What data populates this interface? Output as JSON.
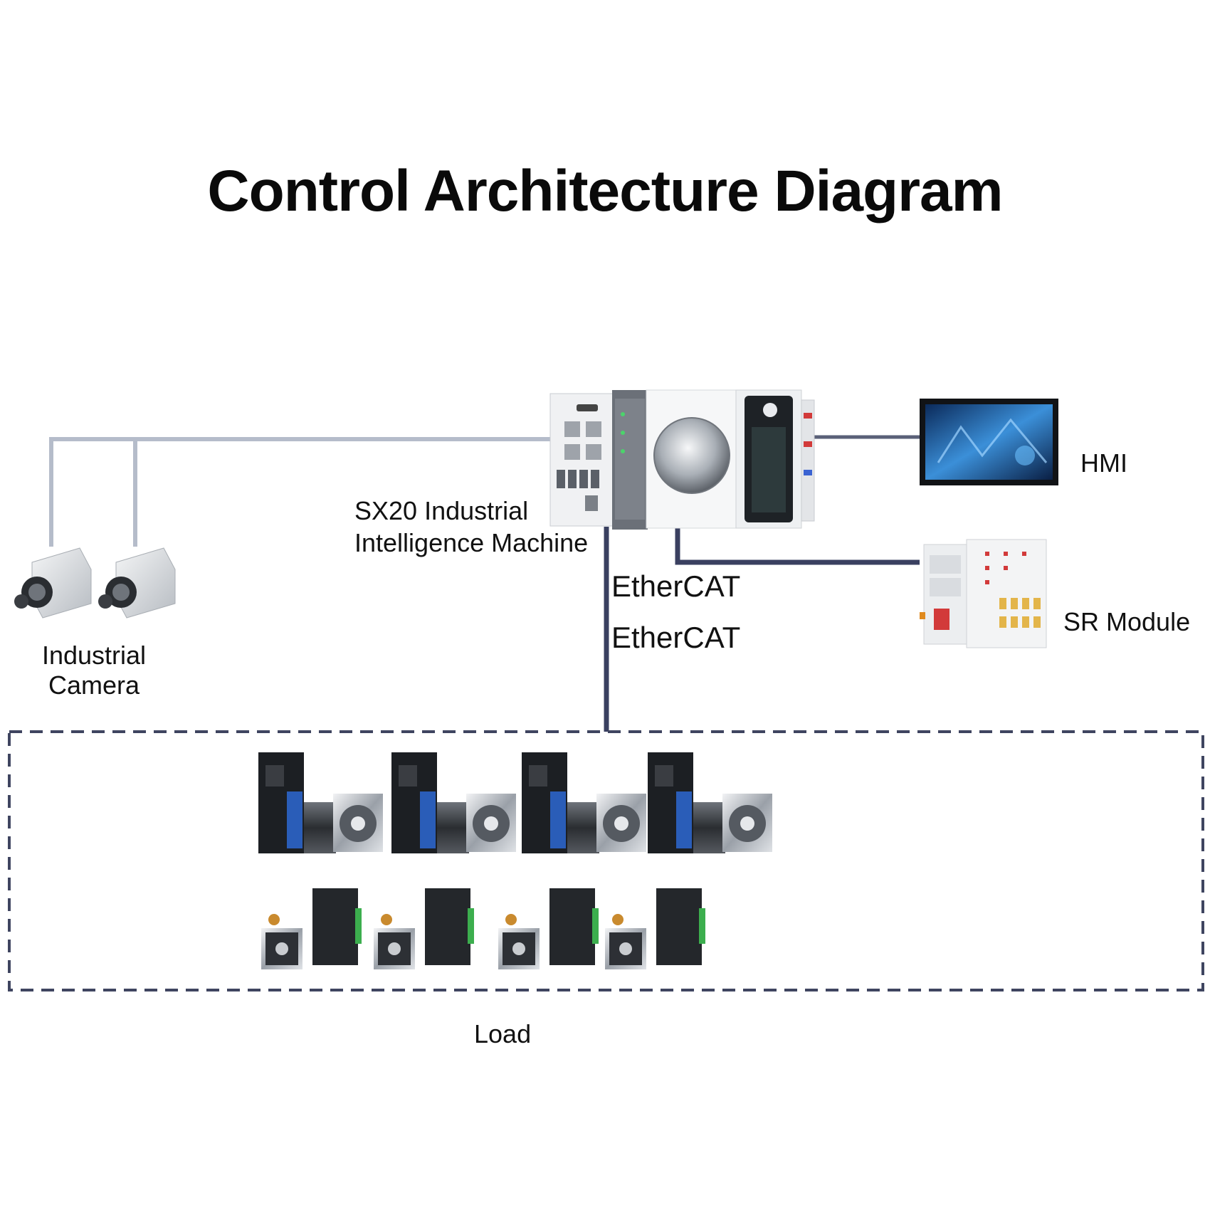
{
  "title": "Control Architecture Diagram",
  "labels": {
    "controller_line1": "SX20 Industrial",
    "controller_line2": "Intelligence Machine",
    "hmi": "HMI",
    "sr_module": "SR Module",
    "camera_line1": "Industrial",
    "camera_line2": "Camera",
    "ethercat_1": "EtherCAT",
    "ethercat_2": "EtherCAT",
    "load": "Load"
  },
  "colors": {
    "camera_link": "#b5bcca",
    "bus_link": "#3a4060",
    "load_border": "#3f4560",
    "text": "#111111"
  },
  "icons": {
    "controller": "industrial-pc-icon",
    "hmi": "touch-panel-icon",
    "sr_module": "io-module-icon",
    "camera": "industrial-camera-icon",
    "servo": "servo-drive-motor-icon",
    "stepper": "stepper-driver-motor-icon"
  }
}
